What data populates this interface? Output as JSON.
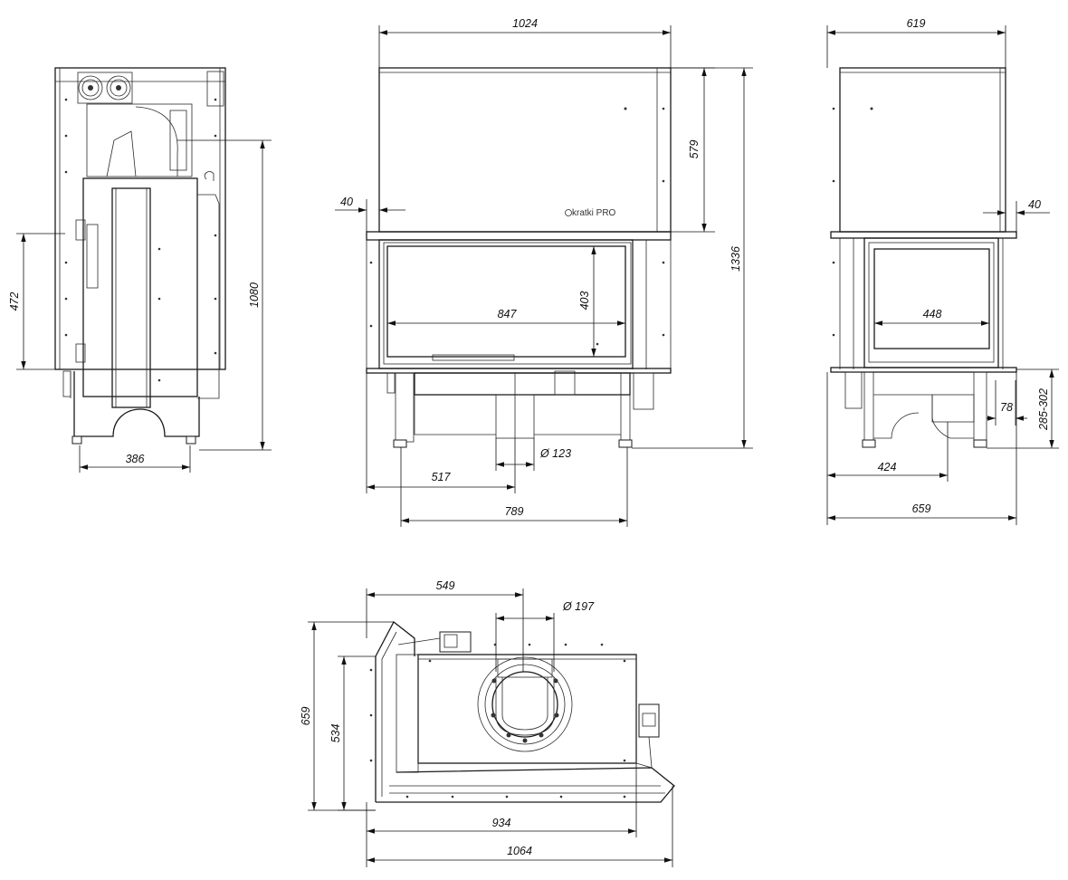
{
  "dimensions": {
    "front_width": "1024",
    "side_width": "619",
    "front_upper_height": "579",
    "front_total_height": "1336",
    "front_left_offset": "40",
    "side_right_offset": "40",
    "front_glass_height": "403",
    "front_glass_width": "847",
    "side_glass_width": "448",
    "flue_diameter": "Ø 123",
    "front_offset_517": "517",
    "front_bottom_789": "789",
    "side_78": "78",
    "side_leg_range": "285-302",
    "side_424": "424",
    "side_bottom_659": "659",
    "back_height_472": "472",
    "back_height_1080": "1080",
    "back_width_386": "386",
    "top_549": "549",
    "top_flue_diameter": "Ø 197",
    "top_depth_659": "659",
    "top_depth_534": "534",
    "top_width_934": "934",
    "top_width_1064": "1064"
  },
  "brand": {
    "logo_text": "kratki PRO"
  }
}
